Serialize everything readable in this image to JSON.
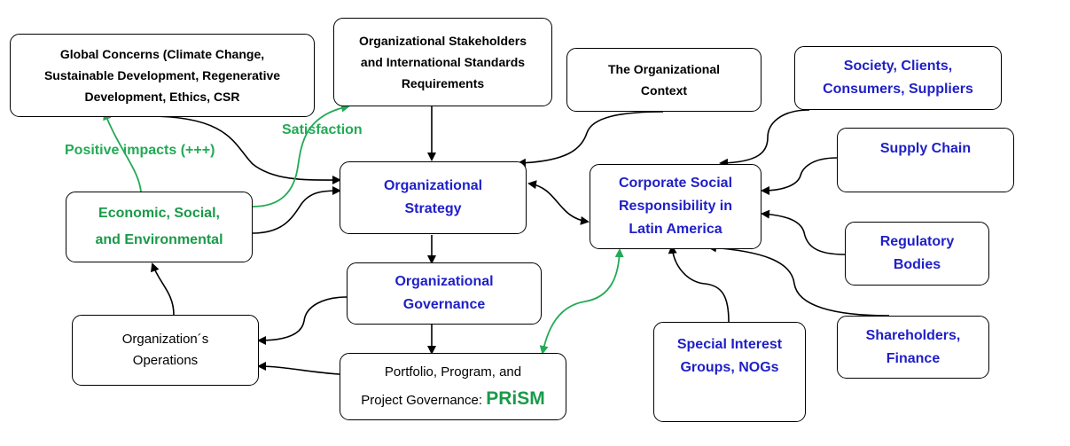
{
  "colors": {
    "blue_text": "#1f1fc8",
    "green": "#22aa55",
    "arrow_black": "#000000"
  },
  "nodes": {
    "global_concerns": [
      "Global Concerns (Climate Change,",
      "Sustainable Development, Regenerative",
      "Development, Ethics, CSR"
    ],
    "stakeholders": [
      "Organizational Stakeholders",
      "and International Standards",
      "Requirements"
    ],
    "context": [
      "The Organizational",
      "Context"
    ],
    "society": [
      "Society, Clients,",
      "Consumers, Suppliers"
    ],
    "supply_chain": [
      "Supply Chain"
    ],
    "economic": [
      "Economic, Social,",
      "and Environmental"
    ],
    "strategy": [
      "Organizational",
      "Strategy"
    ],
    "csr": [
      "Corporate Social",
      "Responsibility in",
      "Latin America"
    ],
    "regulatory": [
      "Regulatory",
      "Bodies"
    ],
    "governance": [
      "Organizational",
      "Governance"
    ],
    "operations": [
      "Organization´s",
      "Operations"
    ],
    "portfolio_line1": "Portfolio, Program, and",
    "portfolio_line2": "Project Governance:",
    "portfolio_prism": "PRiSM",
    "special_interest": [
      "Special Interest",
      "Groups, NOGs"
    ],
    "shareholders": [
      "Shareholders,",
      "Finance"
    ]
  },
  "labels": {
    "positive_impacts": "Positive impacts (+++)",
    "satisfaction": "Satisfaction"
  }
}
